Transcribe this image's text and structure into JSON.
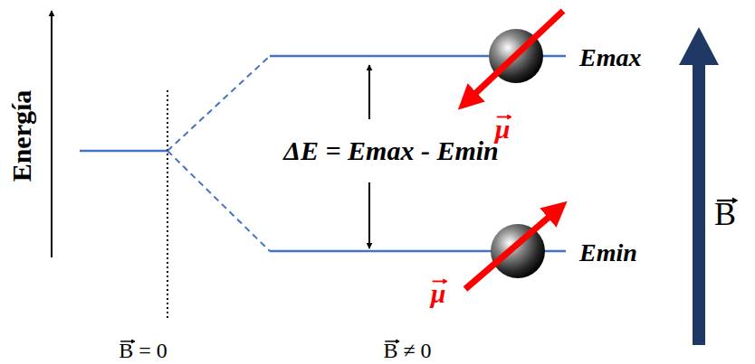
{
  "diagram": {
    "labels": [
      "Energía",
      "ΔE = Emax - Emin",
      "Emax",
      "Emin",
      "μ",
      "μ",
      "B",
      "B = 0",
      "B ≠ 0"
    ]
  }
}
